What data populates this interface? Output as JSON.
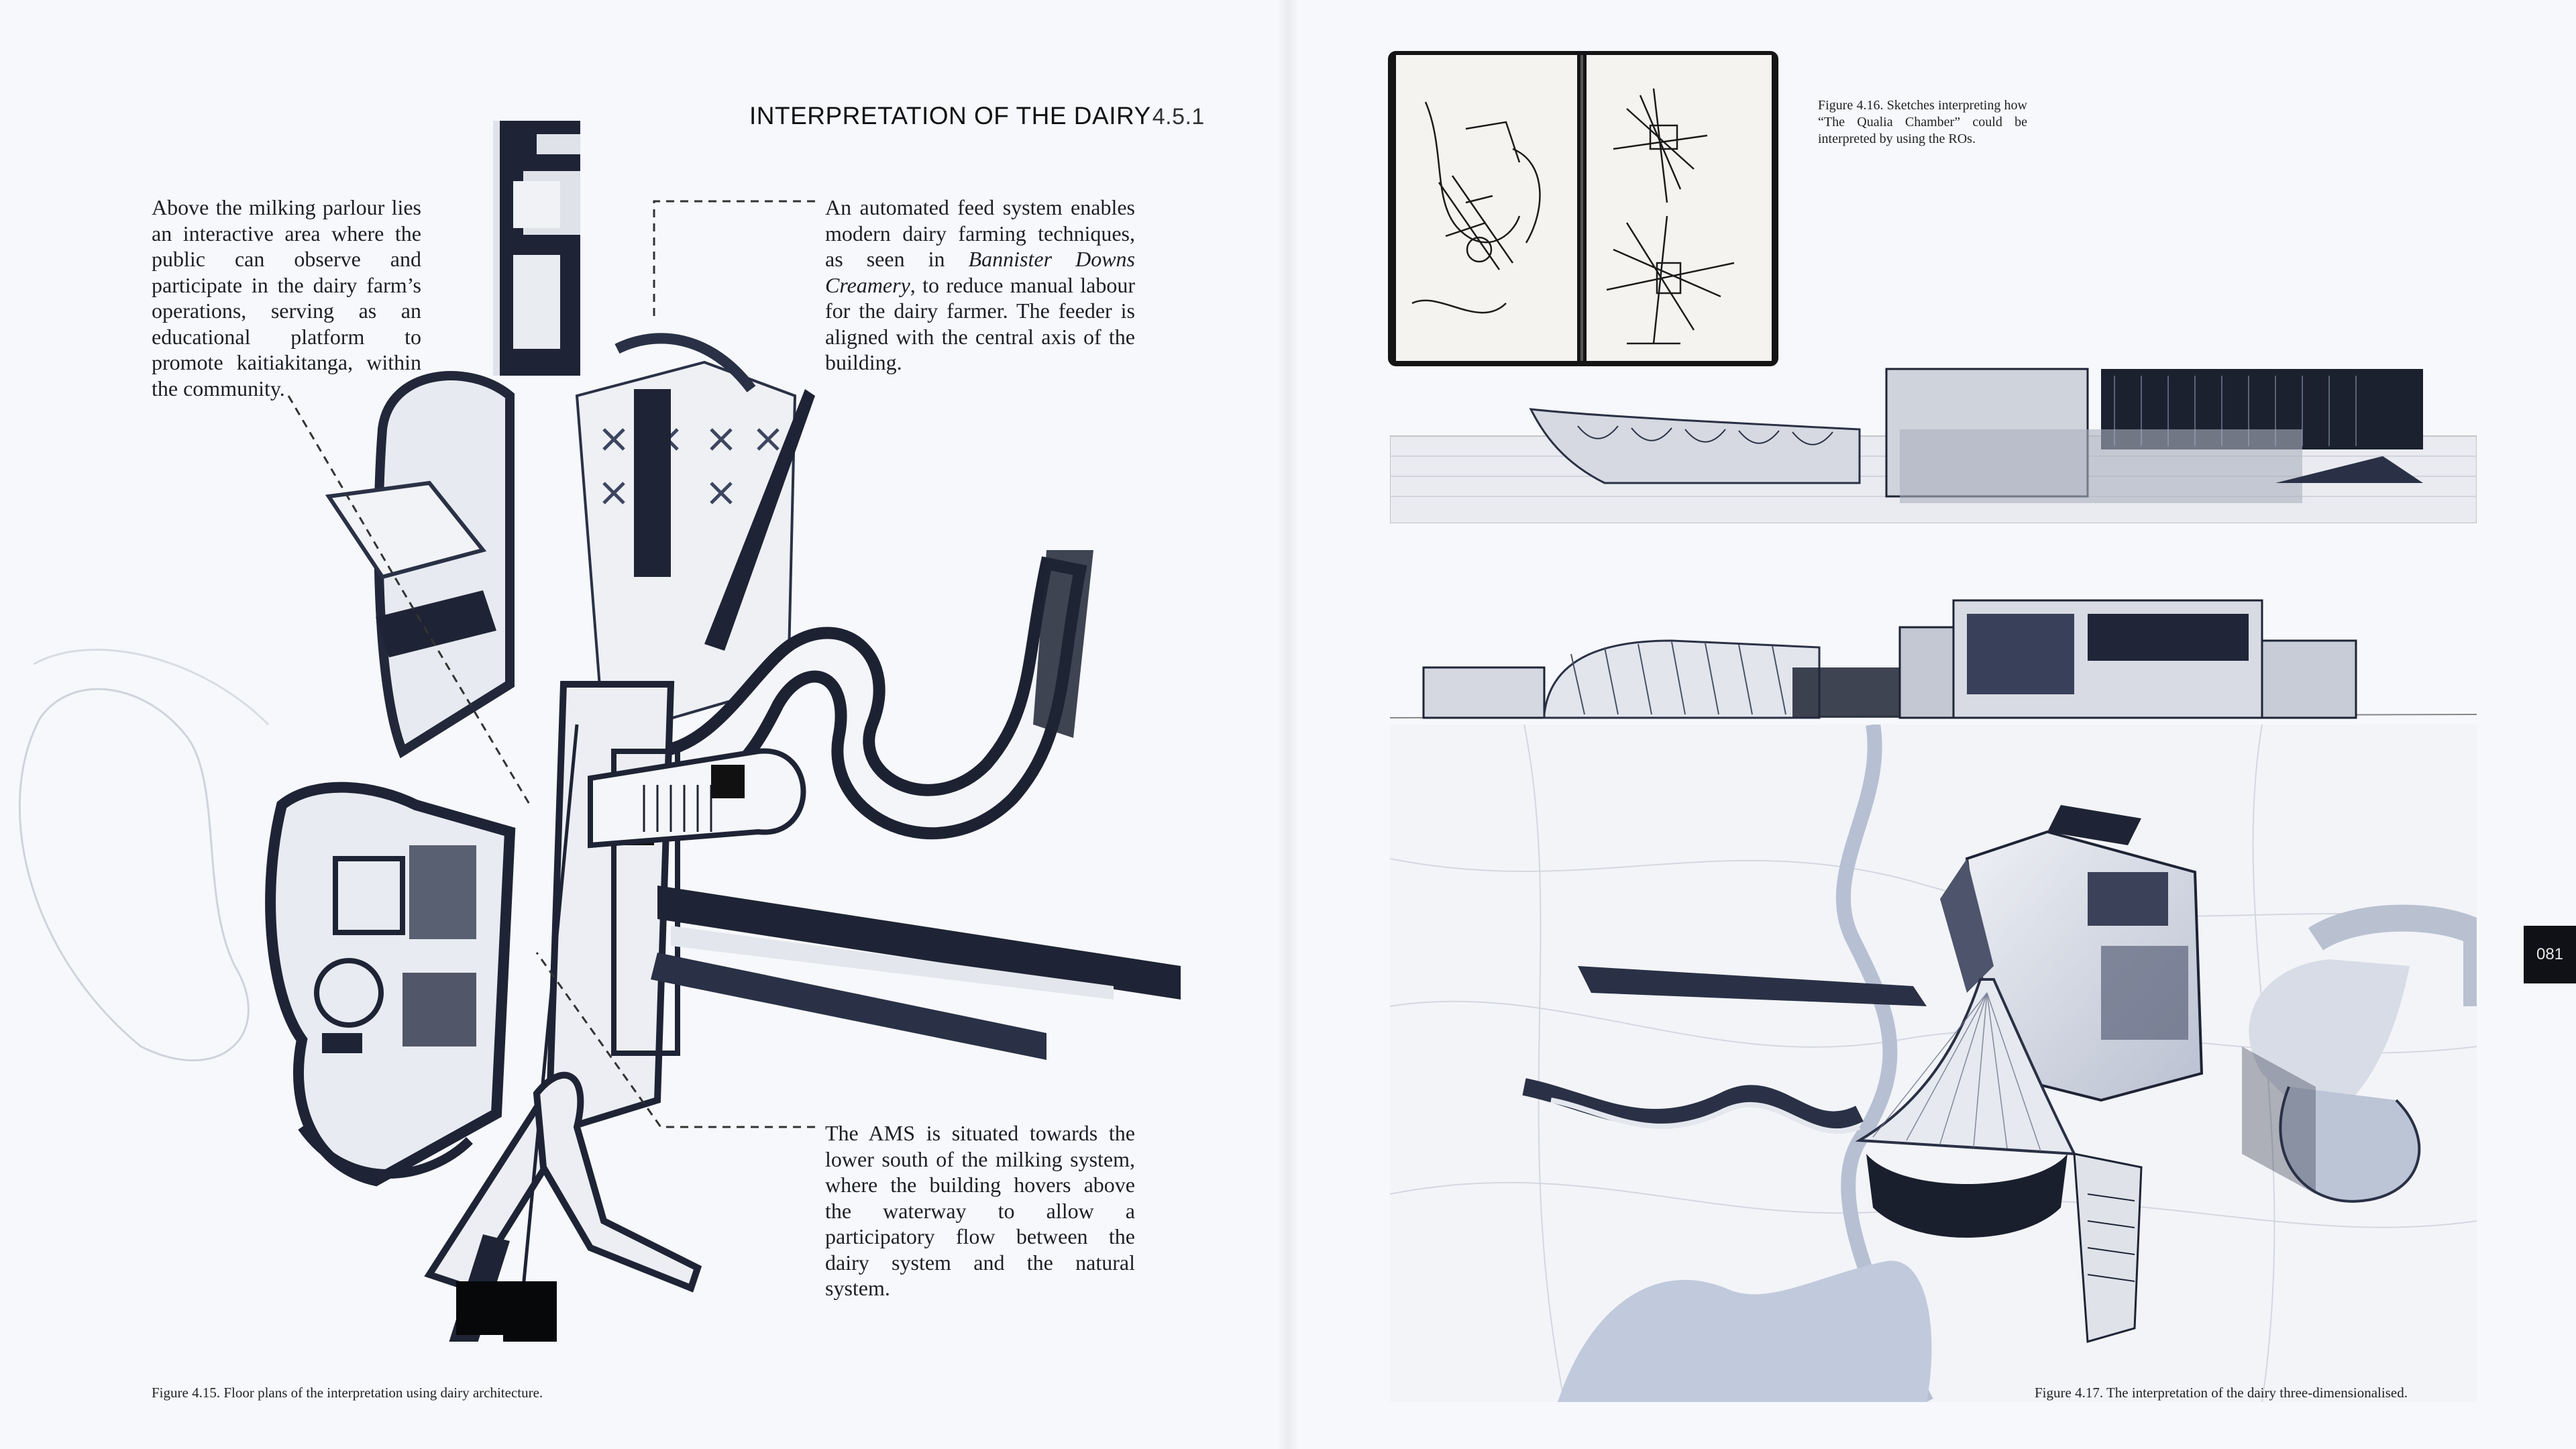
{
  "left_page": {
    "section_title": "INTERPRETATION OF THE DAIRY",
    "section_number": "4.5.1",
    "para_1": "Above the milking parlour lies an interactive area where the public can observe and participate in the dairy farm’s operations, serving as an educational platform to promote kaitiakitanga, within the community.",
    "para_2_a": "An automated feed system enables modern dairy farming techniques, as seen in ",
    "para_2_italic": "Bannister Downs Creamery",
    "para_2_b": ", to reduce manual labour for the dairy farmer. The feeder is aligned with the central axis of the building.",
    "para_3": "The AMS is situated towards the lower south of the milking system, where the building hovers above the waterway to allow a participatory flow between the dairy system and the natural system.",
    "figure_caption": "Figure 4.15. Floor plans of the interpretation using dairy architecture."
  },
  "right_page": {
    "sketch_caption": "Figure 4.16. Sketches interpreting how “The Qualia Chamber” could be interpreted by using the ROs.",
    "figure_caption": "Figure 4.17. The interpretation of the dairy three-dimensionalised.",
    "page_number": "081"
  },
  "colors": {
    "ink": "#1a1f2e",
    "navy": "#2a3146",
    "shadow": "#3a4158",
    "water": "#bcc6d8",
    "paper": "#f7f8fb"
  }
}
